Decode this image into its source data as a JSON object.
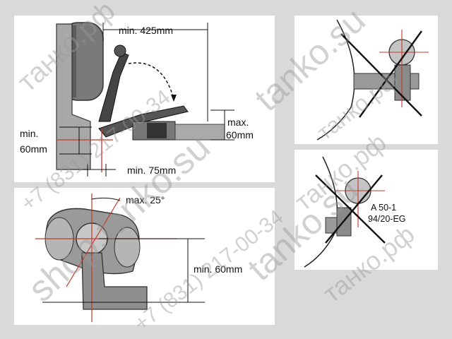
{
  "panels": {
    "installation": {
      "min_425": "min. 425mm",
      "max_60_line1": "max.",
      "max_60_line2": "60mm",
      "min_60_line1": "min.",
      "min_60_line2": "60mm",
      "min_75": "min. 75mm"
    },
    "angle": {
      "max_25": "max. 25°",
      "min_60": "min. 60mm"
    },
    "marking": {
      "line1": "A 50-1",
      "line2": "94/20-EG"
    }
  },
  "watermarks": {
    "site": "shop.tanko.su",
    "phone": "+7 (831) 217-00-34",
    "domain_rf": "танко.рф",
    "domain_su": "tanko.su"
  },
  "colors": {
    "cross": "#111111",
    "dim_red": "#c0392b",
    "metal": "#8c8c8c",
    "bumper": "#a0a0a0"
  }
}
